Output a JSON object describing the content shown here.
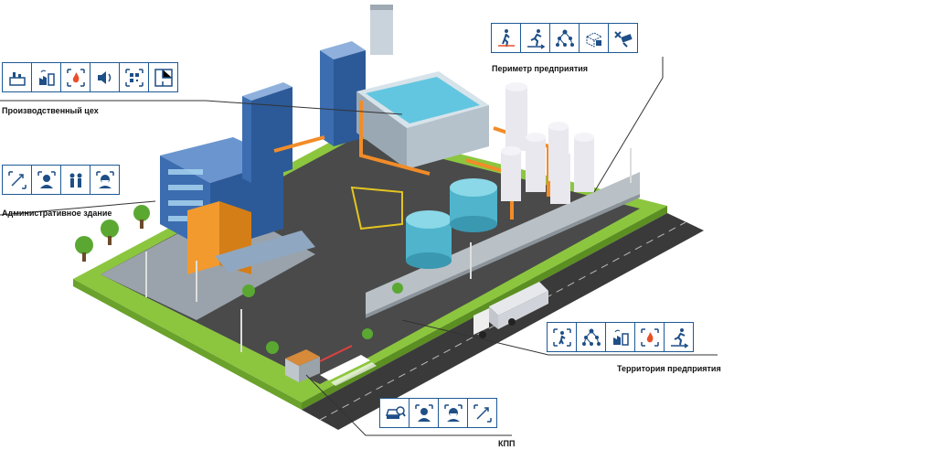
{
  "zones": {
    "production": {
      "label": "Производственный цех",
      "icons": [
        "production-equipment-icon",
        "smoke-factory-icon",
        "fire-detection-icon",
        "loudspeaker-icon",
        "qr-scan-icon",
        "floor-plan-icon"
      ]
    },
    "admin": {
      "label": "Административное здание",
      "icons": [
        "line-crossing-icon",
        "face-recognition-icon",
        "people-counting-icon",
        "mask-detection-icon"
      ]
    },
    "perimeter": {
      "label": "Периметр предприятия",
      "icons": [
        "intrusion-walker-icon",
        "running-person-icon",
        "network-tree-icon",
        "object-left-icon",
        "camera-tamper-icon"
      ]
    },
    "territory": {
      "label": "Территория предприятия",
      "icons": [
        "person-detection-icon",
        "network-tree-icon",
        "smoke-factory-icon",
        "fire-detection-icon",
        "running-person-icon"
      ]
    },
    "checkpoint": {
      "label": "КПП",
      "icons": [
        "license-plate-icon",
        "face-recognition-icon",
        "mask-detection-icon",
        "line-crossing-icon"
      ]
    }
  },
  "colors": {
    "icon_border": "#1e5a96",
    "leader_line": "#333333",
    "grass": "#8cc63f",
    "road": "#3a3a3a",
    "tank": "#5ec4d8",
    "building_blue": "#3c6db0",
    "pipe_orange": "#f28c28"
  }
}
